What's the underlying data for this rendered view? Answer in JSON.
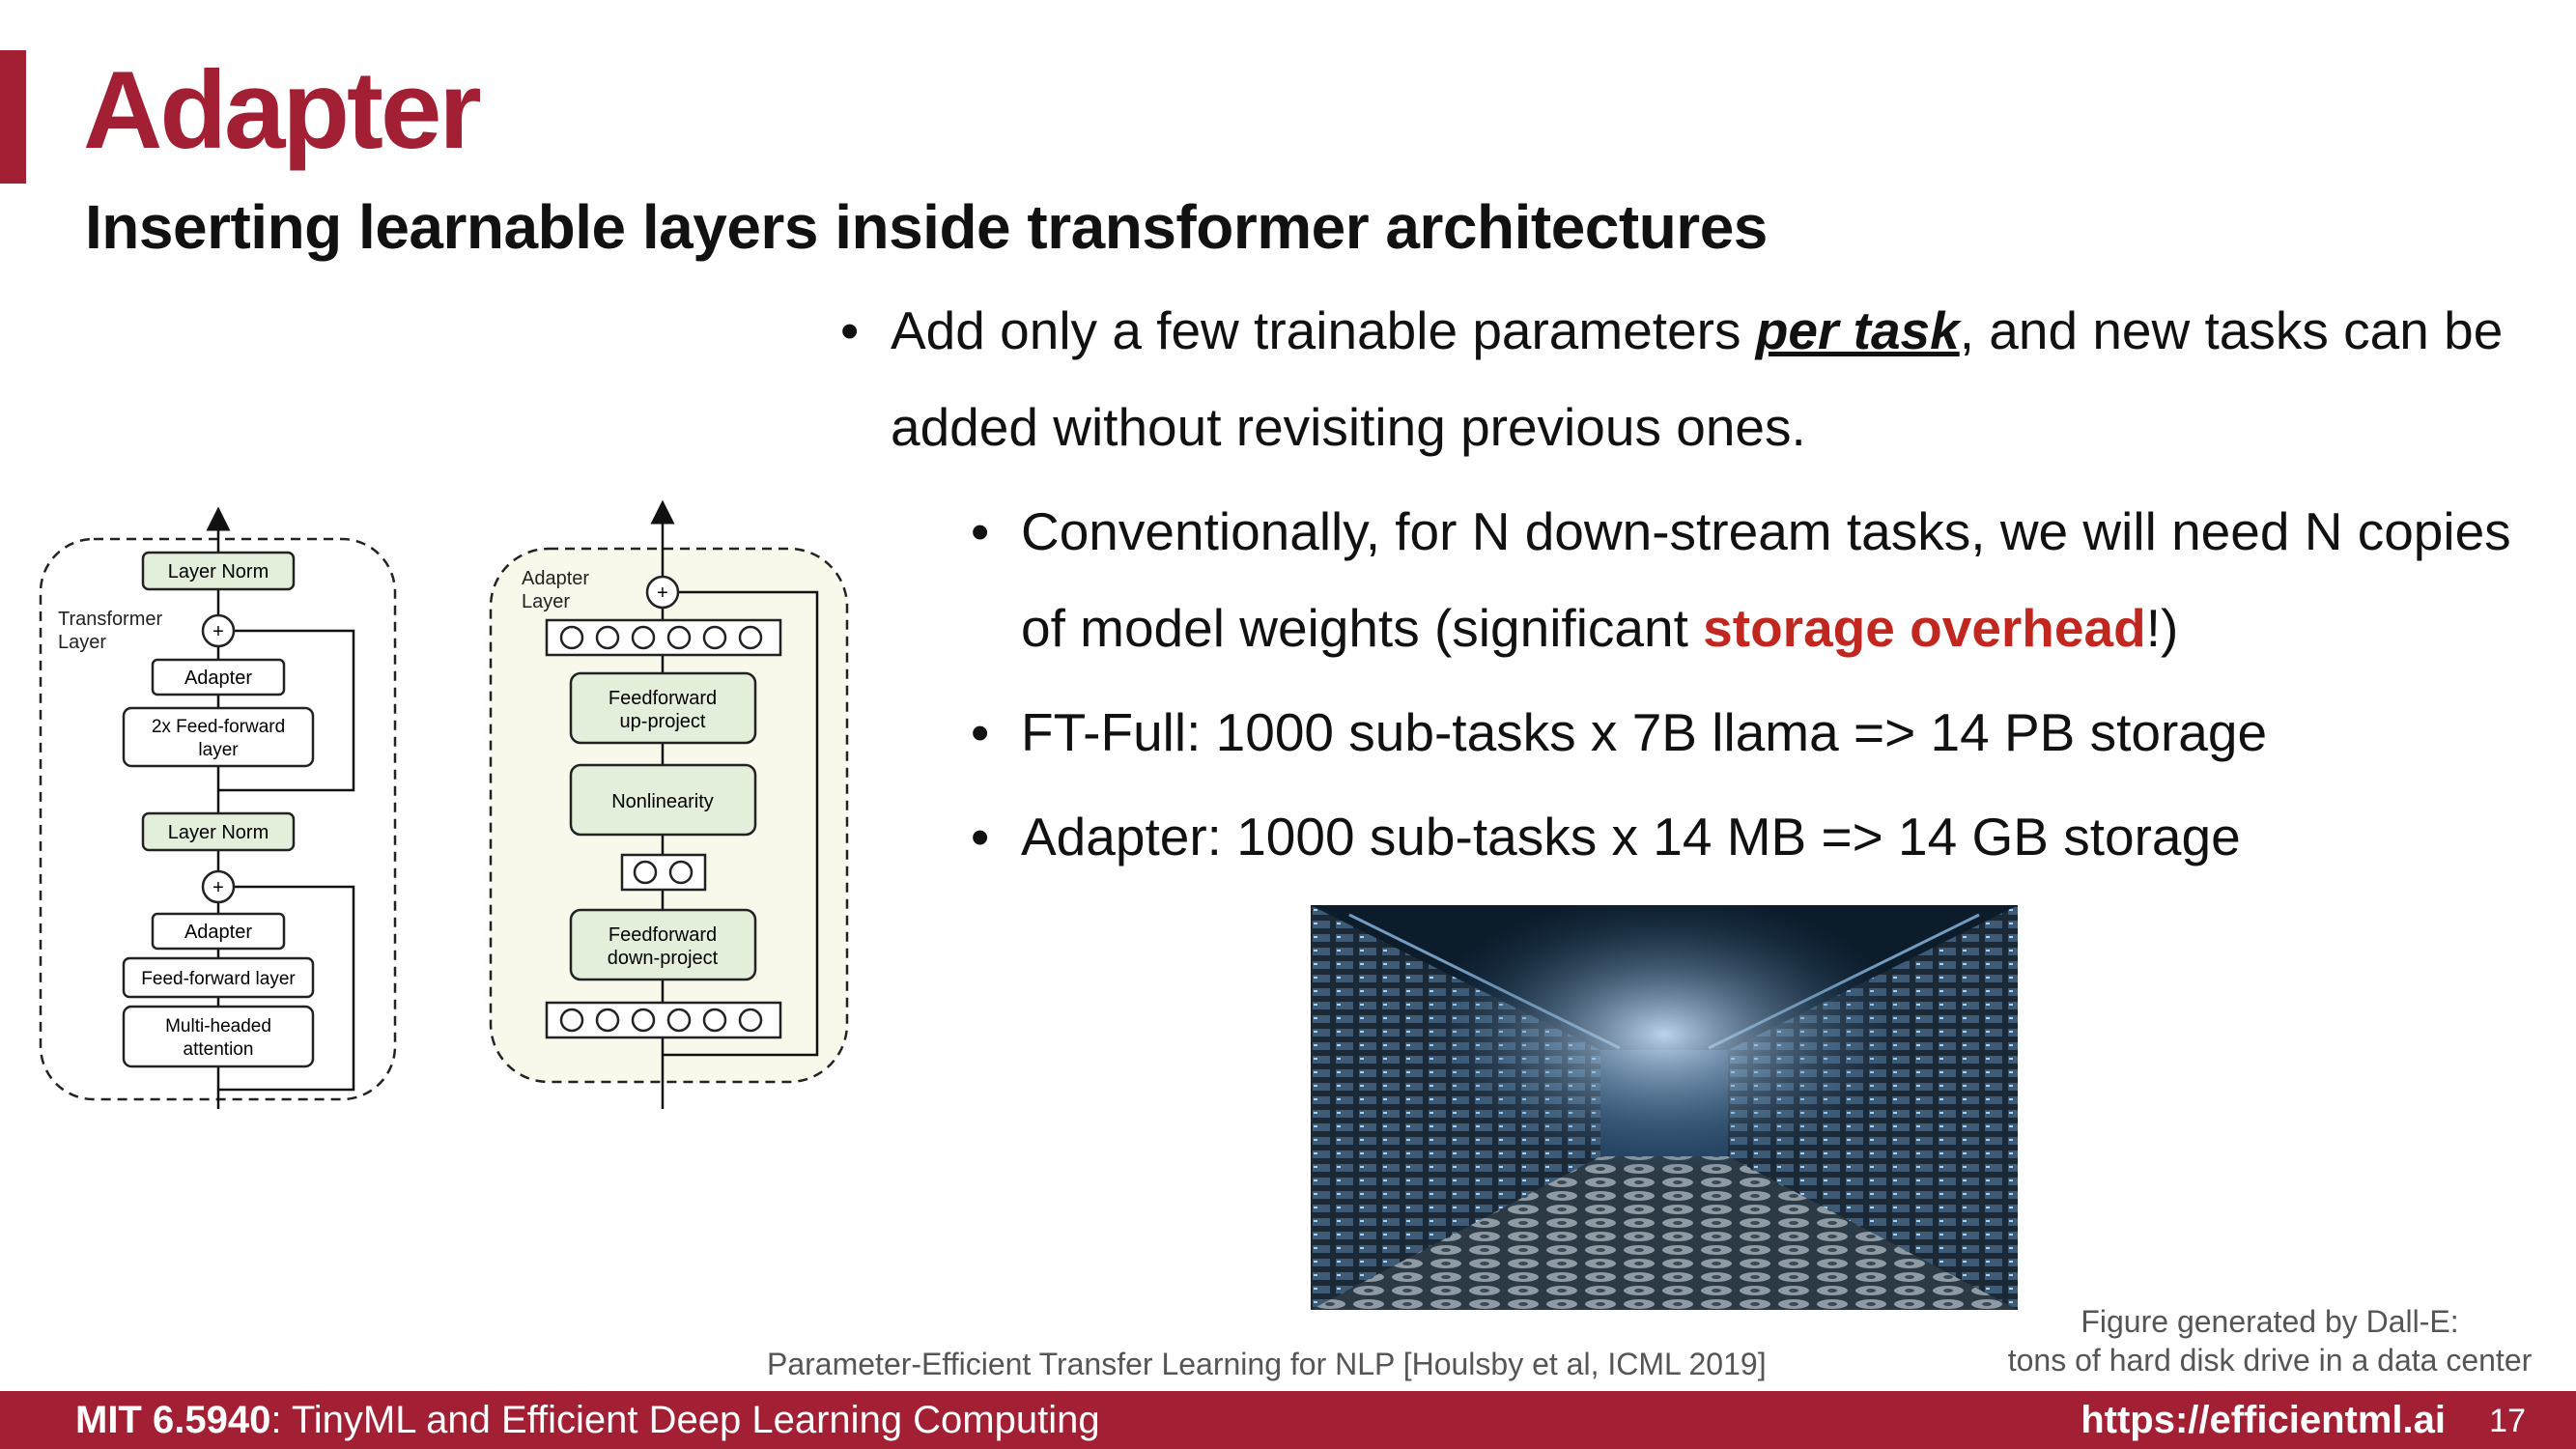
{
  "slide": {
    "title": "Adapter",
    "subtitle": "Inserting learnable layers inside transformer architectures"
  },
  "bullets": {
    "b1_pre": "Add only a few trainable parameters ",
    "b1_emph": "per task",
    "b1_post": ", and new tasks can be added without revisiting previous ones.",
    "b2_pre": "Conventionally, for N down-stream tasks, we will need N copies of model weights (significant ",
    "b2_red": "storage overhead",
    "b2_post": "!)",
    "b3": "FT-Full: 1000 sub-tasks x 7B llama =>  14 PB storage",
    "b4": "Adapter: 1000 sub-tasks x 14 MB => 14 GB storage"
  },
  "diagram": {
    "transformer_label_1": "Transformer",
    "transformer_label_2": "Layer",
    "layer_norm_top": "Layer Norm",
    "adapter_top": "Adapter",
    "ffn2x_1": "2x Feed-forward",
    "ffn2x_2": "layer",
    "layer_norm_mid": "Layer Norm",
    "adapter_bottom": "Adapter",
    "ffn": "Feed-forward layer",
    "mha_1": "Multi-headed",
    "mha_2": "attention",
    "plus": "+",
    "adapter_label_1": "Adapter",
    "adapter_label_2": "Layer",
    "up_1": "Feedforward",
    "up_2": "up-project",
    "nonlinearity": "Nonlinearity",
    "down_1": "Feedforward",
    "down_2": "down-project"
  },
  "captions": {
    "reference": "Parameter-Efficient Transfer Learning for NLP [Houlsby et al, ICML 2019]",
    "figure_1": "Figure generated by Dall-E:",
    "figure_2": "tons of hard disk drive in a data center"
  },
  "footer": {
    "course_code": "MIT 6.5940",
    "course_name": ": TinyML and Efficient Deep Learning Computing",
    "url": "https://efficientml.ai",
    "page": "17"
  },
  "colors": {
    "accent": "#a31f34",
    "emphasis_red": "#c0271f",
    "box_green": "#e3efdb",
    "adapter_bg": "#f8f9ea"
  }
}
